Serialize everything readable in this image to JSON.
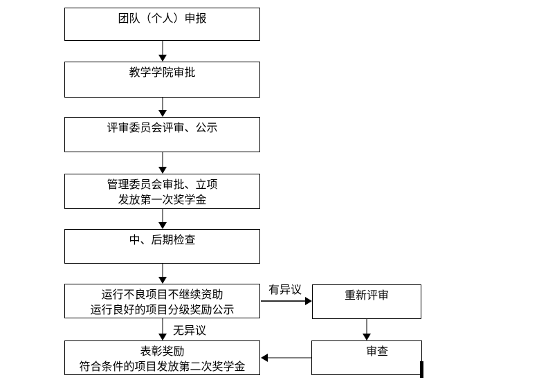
{
  "flowchart": {
    "nodes": [
      {
        "id": "apply",
        "lines": [
          "团队（个人）申报"
        ]
      },
      {
        "id": "college-approval",
        "lines": [
          "教学学院审批"
        ]
      },
      {
        "id": "review-publicity",
        "lines": [
          "评审委员会评审、公示"
        ]
      },
      {
        "id": "management-approval",
        "lines": [
          "管理委员会审批、立项",
          "发放第一次奖学金"
        ]
      },
      {
        "id": "inspection",
        "lines": [
          "中、后期检查"
        ]
      },
      {
        "id": "operation-result",
        "lines": [
          "运行不良项目不继续资助",
          "运行良好的项目分级奖励公示"
        ]
      },
      {
        "id": "commendation",
        "lines": [
          "表彰奖励",
          "符合条件的项目发放第二次奖学金"
        ]
      },
      {
        "id": "re-review",
        "lines": [
          "重新评审"
        ]
      },
      {
        "id": "examination",
        "lines": [
          "审查"
        ]
      }
    ],
    "edge_labels": {
      "objection": "有异议",
      "no_objection": "无异议"
    },
    "colors": {
      "background": "#ffffff",
      "box_border": "#000000",
      "text": "#000000",
      "arrow_line": "#7f7f7f",
      "arrow_head": "#000000"
    }
  }
}
